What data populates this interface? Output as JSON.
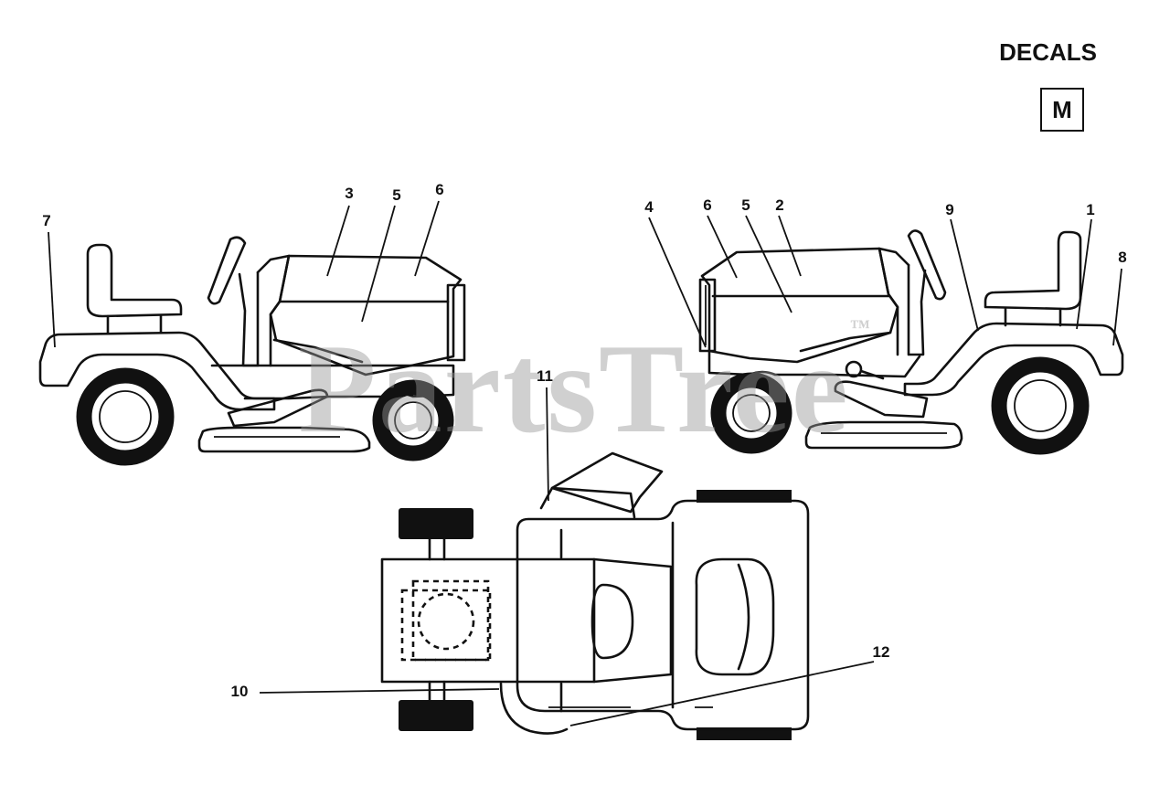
{
  "page": {
    "title": "DECALS",
    "section_letter": "M",
    "watermark": "PartsTree",
    "watermark_tm": "™"
  },
  "callouts": [
    "1",
    "2",
    "3",
    "4",
    "5",
    "5",
    "6",
    "6",
    "7",
    "8",
    "9",
    "10",
    "11",
    "12"
  ],
  "colors": {
    "ink": "#111111",
    "watermark": "#969696"
  }
}
